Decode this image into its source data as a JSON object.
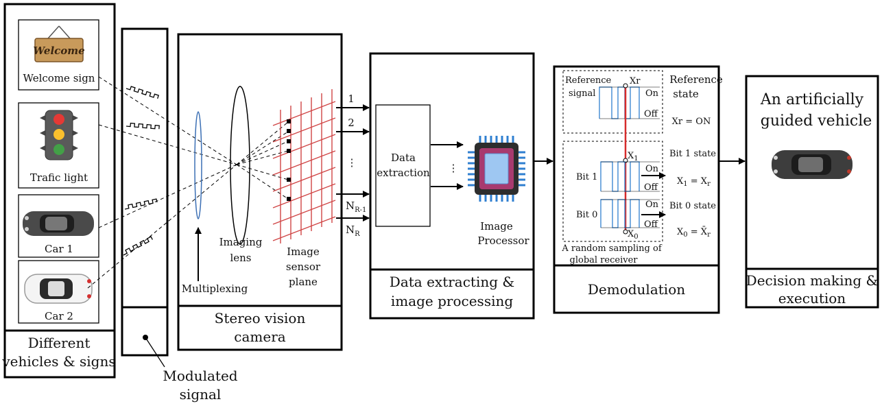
{
  "sources": {
    "welcome_sign_text": "Welcome",
    "welcome_sign_label": "Welcome sign",
    "traffic_light_label": "Trafic light",
    "car1_label": "Car 1",
    "car2_label": "Car 2",
    "caption_line1": "Different",
    "caption_line2": "vehicles & signs"
  },
  "modulated": {
    "line1": "Modulated",
    "line2": "signal"
  },
  "camera": {
    "multiplexing": "Multiplexing",
    "imaging_lens_l1": "Imaging",
    "imaging_lens_l2": "lens",
    "sensor_l1": "Image",
    "sensor_l2": "sensor",
    "sensor_l3": "plane",
    "caption_line1": "Stereo vision",
    "caption_line2": "camera"
  },
  "channels": {
    "c1": "1",
    "c2": "2",
    "dots": "⋮",
    "nr1_main": "N",
    "nr1_sub": "R-1",
    "nr_main": "N",
    "nr_sub": "R"
  },
  "processing": {
    "extract_l1": "Data",
    "extract_l2": "extraction",
    "proc_l1": "Image",
    "proc_l2": "Processor",
    "caption_line1": "Data extracting &",
    "caption_line2": "image processing"
  },
  "demod": {
    "ref_signal_l1": "Reference",
    "ref_signal_l2": "signal",
    "xr": "Xr",
    "on": "On",
    "off": "Off",
    "ref_state_l1": "Reference",
    "ref_state_l2": "state",
    "xr_eq": "Xr = ON",
    "x1_main": "X",
    "x1_sub": "1",
    "bit1": "Bit 1",
    "bit1_state": "Bit 1 state",
    "eq1_a": "X",
    "eq1_sub": "1",
    "eq1_b": " = X",
    "eq1_sub2": "r",
    "bit0": "Bit 0",
    "bit0_state": "Bit 0 state",
    "eq0_a": "X",
    "eq0_sub": "0",
    "eq0_b": " = X̄",
    "eq0_sub2": "r",
    "x0_main": "X",
    "x0_sub": "0",
    "sampling_l1": "A random sampling of",
    "sampling_l2": "global receiver",
    "caption": "Demodulation"
  },
  "vehicle": {
    "title_l1": "An artificially",
    "title_l2": "guided vehicle",
    "caption_line1": "Decision making &",
    "caption_line2": "execution"
  }
}
